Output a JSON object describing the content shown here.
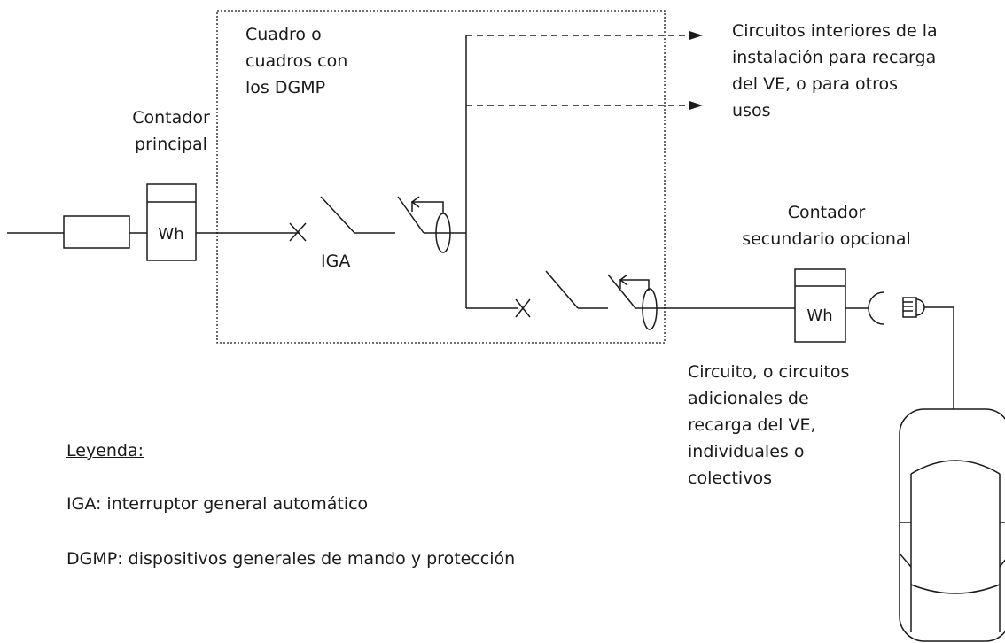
{
  "labels": {
    "contador_principal": [
      "Contador",
      "principal"
    ],
    "cuadro": [
      "Cuadro o",
      "cuadros con",
      "los DGMP"
    ],
    "circuitos_interiores": [
      "Circuitos interiores de la",
      "instalación para recarga",
      "del VE, o para otros",
      "usos"
    ],
    "contador_secundario": [
      "Contador",
      "secundario opcional"
    ],
    "circuito_adicional": [
      "Circuito, o circuitos",
      "adicionales de",
      "recarga del VE,",
      "individuales o",
      "colectivos"
    ],
    "iga": "IGA",
    "meter_unit": "Wh"
  },
  "legend": {
    "title": "Leyenda:",
    "items": [
      "IGA: interruptor general automático",
      "DGMP: dispositivos generales de mando y protección"
    ]
  },
  "colors": {
    "line": "#1a1a1a",
    "text": "#1a1a1a",
    "background": "#ffffff"
  }
}
